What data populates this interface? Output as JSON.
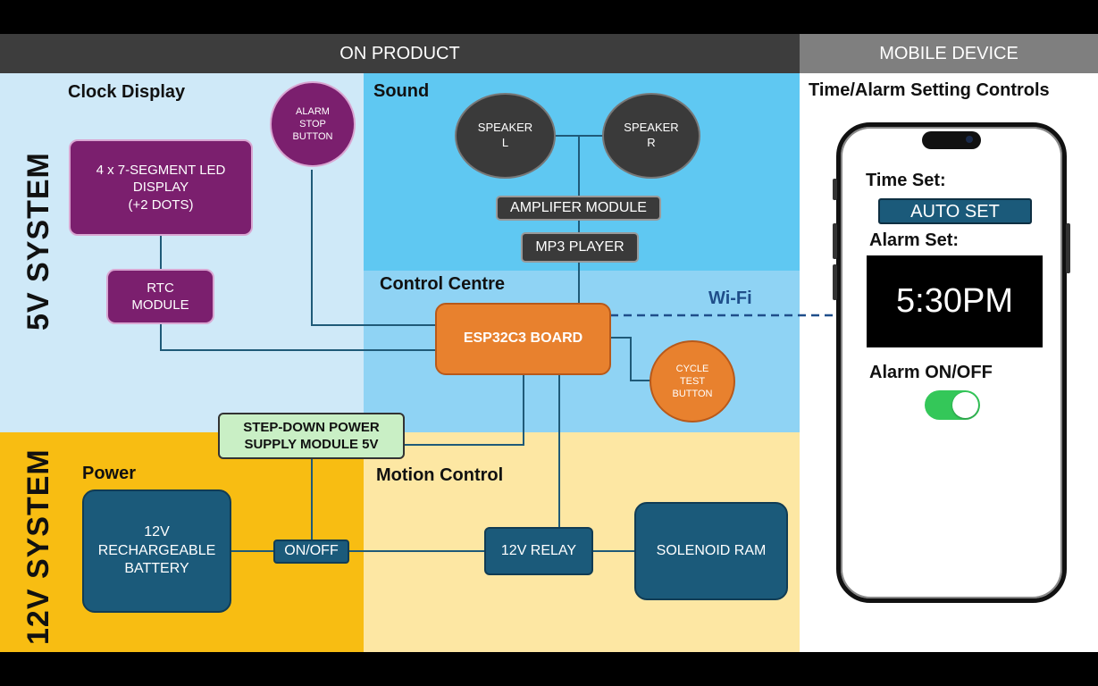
{
  "headers": {
    "on_product": "ON PRODUCT",
    "mobile_device": "MOBILE DEVICE"
  },
  "system_labels": {
    "five_v": "5V SYSTEM",
    "twelve_v": "12V SYSTEM"
  },
  "sections": {
    "clock_display": "Clock Display",
    "sound": "Sound",
    "control_centre": "Control Centre",
    "power": "Power",
    "motion_control": "Motion Control",
    "time_alarm_controls": "Time/Alarm Setting Controls"
  },
  "components": {
    "led_display": "4 x 7-SEGMENT LED\nDISPLAY\n(+2 DOTS)",
    "rtc_module": "RTC\nMODULE",
    "alarm_stop_button": "ALARM\nSTOP\nBUTTON",
    "speaker_l": "SPEAKER\nL",
    "speaker_r": "SPEAKER\nR",
    "amplifier": "AMPLIFER MODULE",
    "mp3_player": "MP3 PLAYER",
    "esp32": "ESP32C3 BOARD",
    "cycle_test_button": "CYCLE\nTEST\nBUTTON",
    "step_down": "STEP-DOWN POWER\nSUPPLY MODULE 5V",
    "battery": "12V\nRECHARGEABLE\nBATTERY",
    "on_off": "ON/OFF",
    "relay": "12V RELAY",
    "solenoid": "SOLENOID RAM"
  },
  "wifi_label": "Wi-Fi",
  "phone": {
    "time_set_label": "Time Set:",
    "auto_set_button": "AUTO SET",
    "alarm_set_label": "Alarm Set:",
    "alarm_time": "5:30PM",
    "alarm_on_off_label": "Alarm ON/OFF",
    "alarm_enabled": true
  },
  "colors": {
    "five_v_light": "#cfe9f8",
    "sound_blue": "#5fc8f2",
    "control_blue": "#8fd3f4",
    "twelve_v_orange": "#f8bd12",
    "motion_cream": "#fde7a3",
    "esp32_orange": "#e8812e",
    "purple": "#7b1f6e",
    "dark_blue": "#1b5a7a",
    "toggle_green": "#34c759"
  }
}
